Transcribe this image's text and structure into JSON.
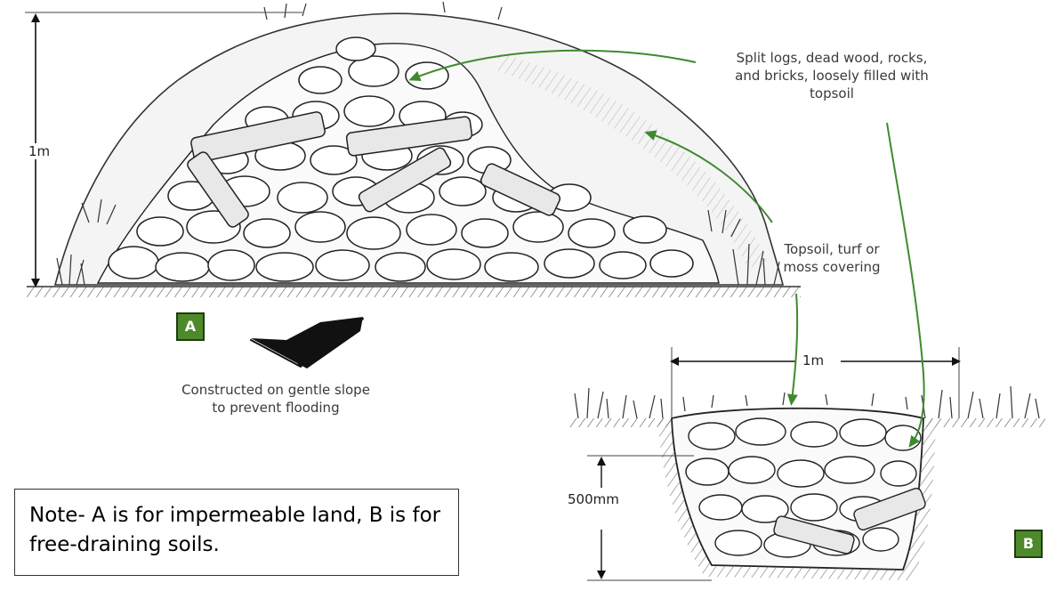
{
  "labels": {
    "split_logs": [
      "Split logs, dead wood, rocks,",
      "and bricks, loosely filled with",
      "topsoil"
    ],
    "topsoil": [
      "Topsoil, turf or",
      "moss covering"
    ],
    "slope": [
      "Constructed on gentle slope",
      "to prevent flooding"
    ]
  },
  "dimensions": {
    "a_height": "1m",
    "b_width": "1m",
    "b_depth": "500mm"
  },
  "badges": {
    "a": "A",
    "b": "B"
  },
  "note": {
    "text": "Note- A is for impermeable land, B is for free-draining soils."
  },
  "colors": {
    "arrow": "#3f8a2f",
    "badge_fill": "#4e8a2c",
    "ink": "#222222"
  }
}
